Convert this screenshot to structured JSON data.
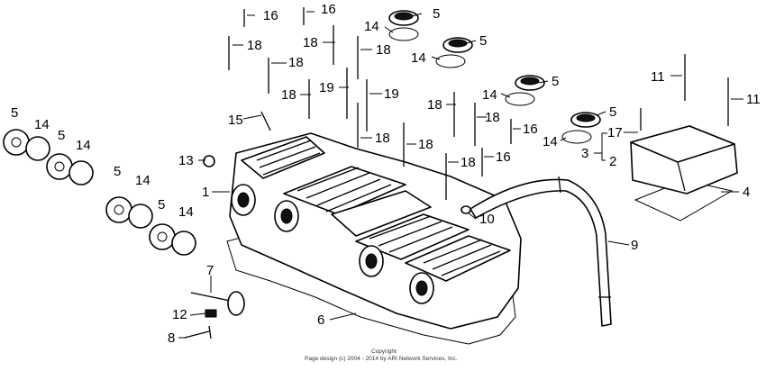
{
  "diagram": {
    "callouts": {
      "c1": "1",
      "c2": "2",
      "c3": "3",
      "c4": "4",
      "c5": "5",
      "c6": "6",
      "c7": "7",
      "c8": "8",
      "c9": "9",
      "c10": "10",
      "c11": "11",
      "c12": "12",
      "c13": "13",
      "c14": "14",
      "c15": "15",
      "c16": "16",
      "c17": "17",
      "c18": "18",
      "c19": "19"
    },
    "copyright": {
      "line1": "Copyright",
      "line2": "Page design (c) 2004 - 2014 by ARI Network Services, Inc."
    }
  }
}
